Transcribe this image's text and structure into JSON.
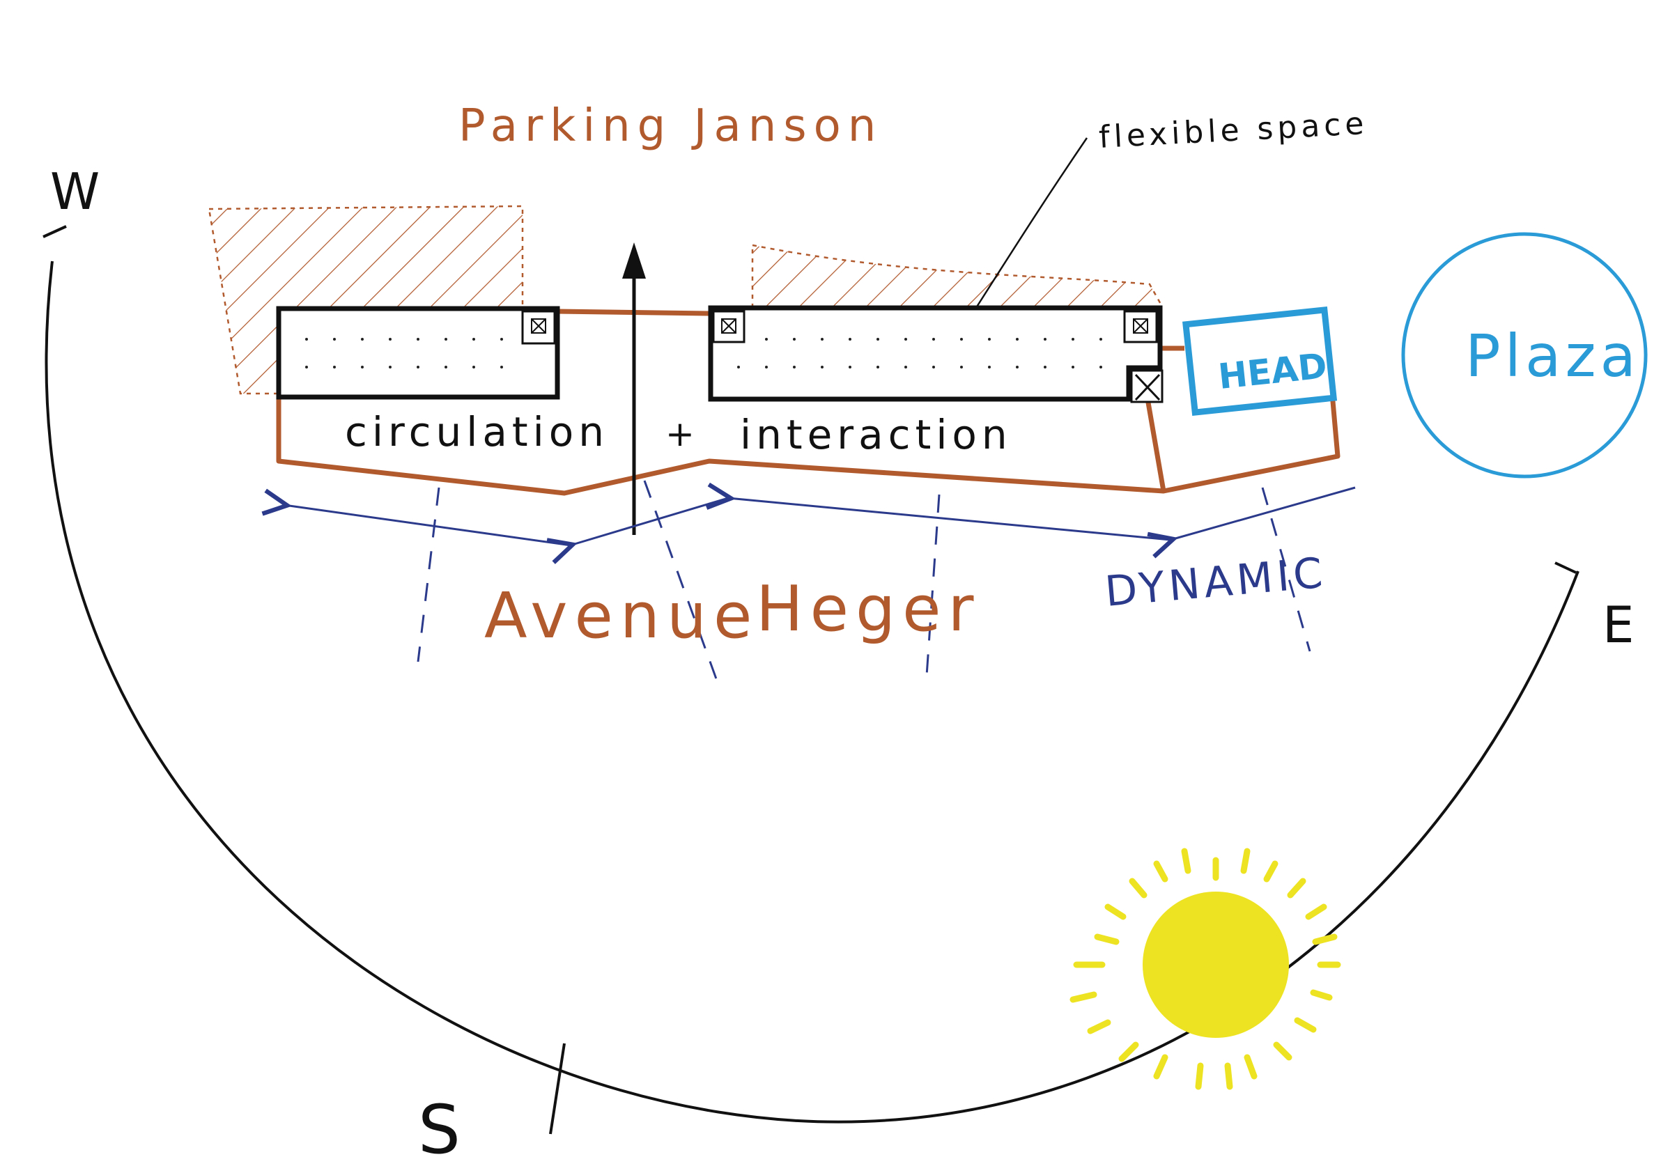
{
  "labels": {
    "parking": "Parking Janson",
    "flexible_space": "flexible space",
    "circulation": "circulation",
    "plus": "+",
    "interaction": "interaction",
    "head": "HEAD",
    "plaza": "Plaza",
    "avenue": "Avenue",
    "heger": "Heger",
    "dynamic": "DYNAMIC"
  },
  "compass": {
    "west": "W",
    "east": "E",
    "south": "S"
  },
  "colors": {
    "brown": "#b15a2e",
    "blue": "#2a9bd6",
    "navy": "#2c3a8c",
    "black": "#111111",
    "sun": "#ede323"
  },
  "icons": {
    "north": "north-arrow-icon",
    "sun": "sun-icon",
    "box": "crossed-box-icon"
  }
}
